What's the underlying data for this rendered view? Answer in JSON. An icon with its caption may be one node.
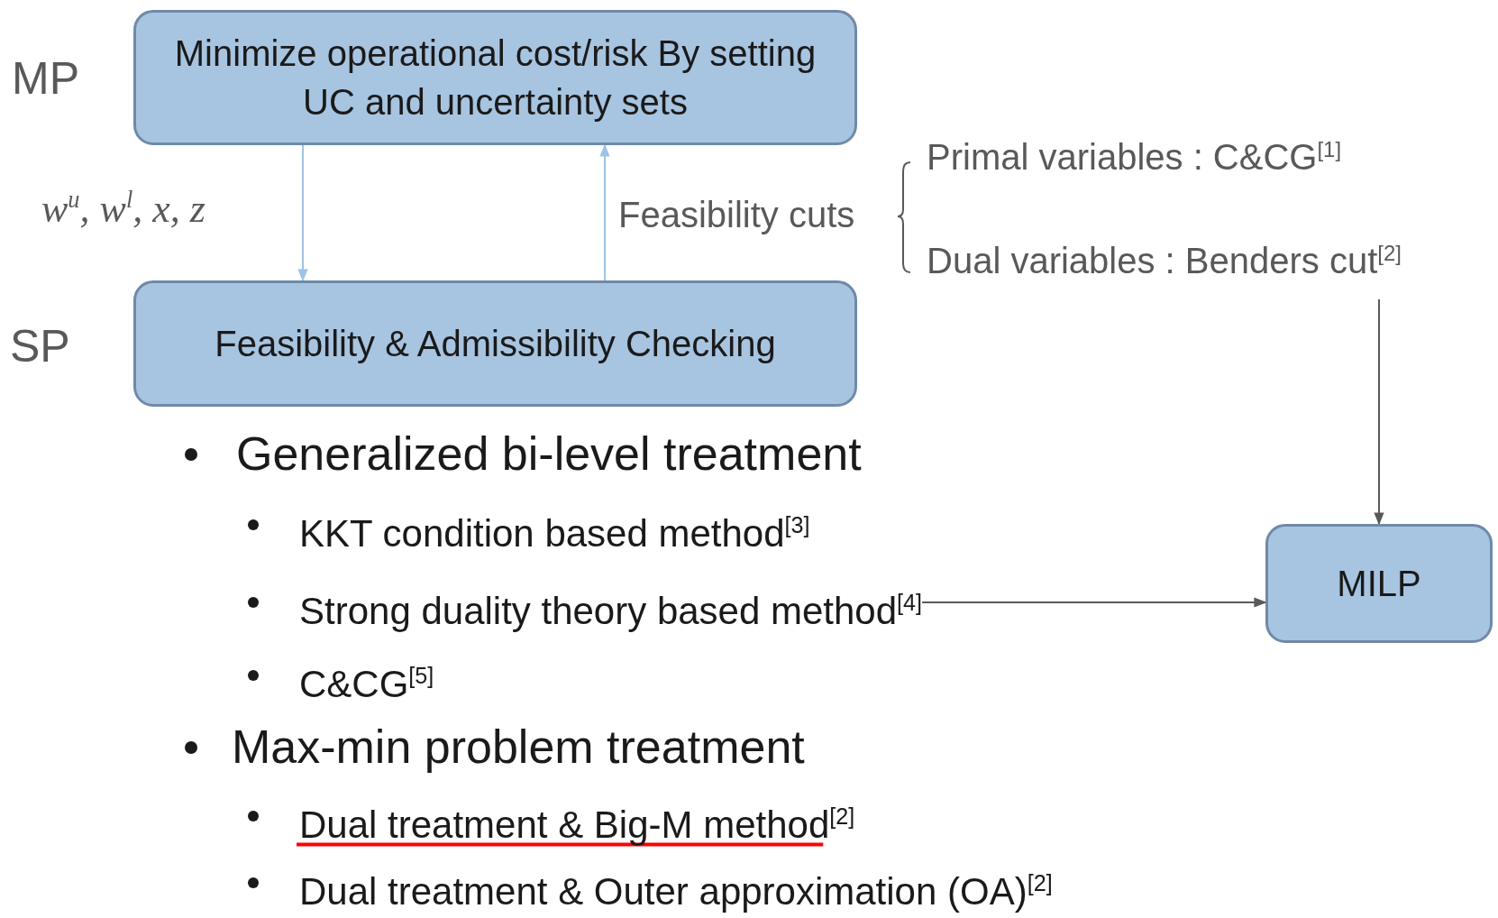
{
  "diagram": {
    "nodes": [
      {
        "text": [
          "Minimize operational cost/risk By setting UC and uncertainty sets"
        ],
        "beside": [
          "MP"
        ]
      },
      {
        "text": [
          "Feasibility & Admissibility Checking"
        ],
        "beside": [
          "SP"
        ]
      },
      {
        "text": [
          "MILP"
        ]
      },
      {
        "text": [
          "Primal variables : C&CG$^{[1]}$",
          "Dual variables : Benders cut$^{[2]}$"
        ]
      },
      {
        "text": [
          "Strong duality theory based method$^{[4]}$"
        ]
      }
    ],
    "edges": [
      {
        "from": 0,
        "to": 1,
        "arrow": "to",
        "label": "w$^{u}$, w$^{l}$, x, z"
      },
      {
        "from": 1,
        "to": 0,
        "arrow": "to",
        "label": "Feasibility cuts"
      },
      {
        "from": 3,
        "to": 2,
        "arrow": "to",
        "color": "#595959"
      },
      {
        "from": 4,
        "to": 2,
        "arrow": "to",
        "color": "#595959"
      }
    ],
    "labels": [
      "Generalized bi-level treatment",
      "KKT condition based method$^{[3]}$",
      "C&CG$^{[5]}$",
      "Max-min problem treatment",
      "Dual treatment & Big-M method$^{[2]}$",
      "Dual treatment & Outer approximation (OA)$^{[2]}$"
    ]
  }
}
